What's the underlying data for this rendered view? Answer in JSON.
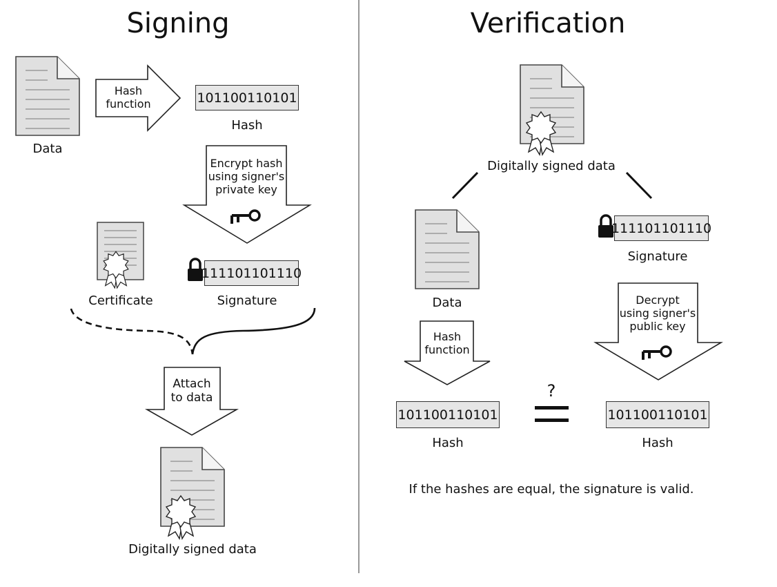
{
  "signing": {
    "title": "Signing",
    "data_label": "Data",
    "hash_function_label": "Hash\nfunction",
    "hash_value": "101100110101",
    "hash_label": "Hash",
    "encrypt_label": "Encrypt hash\nusing signer's\nprivate key",
    "certificate_label": "Certificate",
    "signature_value": "111101101110",
    "signature_label": "Signature",
    "attach_label": "Attach\nto data",
    "signed_data_label": "Digitally signed data"
  },
  "verification": {
    "title": "Verification",
    "signed_data_label": "Digitally signed data",
    "data_label": "Data",
    "signature_value": "111101101110",
    "signature_label": "Signature",
    "hash_function_label": "Hash\nfunction",
    "decrypt_label": "Decrypt\nusing signer's\npublic key",
    "question_mark": "?",
    "hash_value_left": "101100110101",
    "hash_label_left": "Hash",
    "hash_value_right": "101100110101",
    "hash_label_right": "Hash",
    "conclusion": "If the hashes are equal, the signature is valid."
  },
  "colors": {
    "box_fill": "#e6e6e6",
    "document_fill": "#e0e0e0",
    "stroke": "#333333"
  }
}
